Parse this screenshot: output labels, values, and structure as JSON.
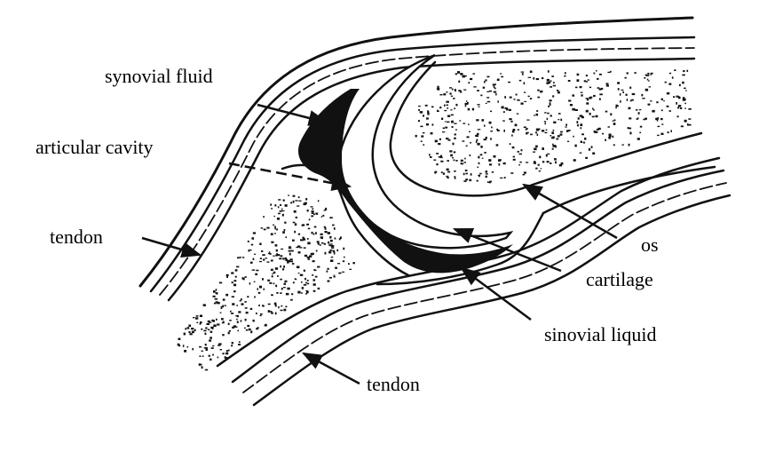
{
  "labels": {
    "synovial_fluid": "synovial fluid",
    "articular_cavity": "articular cavity",
    "tendon_upper": "tendon",
    "os": "os",
    "cartilage": "cartilage",
    "sinovial_liquid": "sinovial liquid",
    "tendon_lower": "tendon"
  },
  "colors": {
    "ink": "#111111",
    "background": "#ffffff"
  }
}
